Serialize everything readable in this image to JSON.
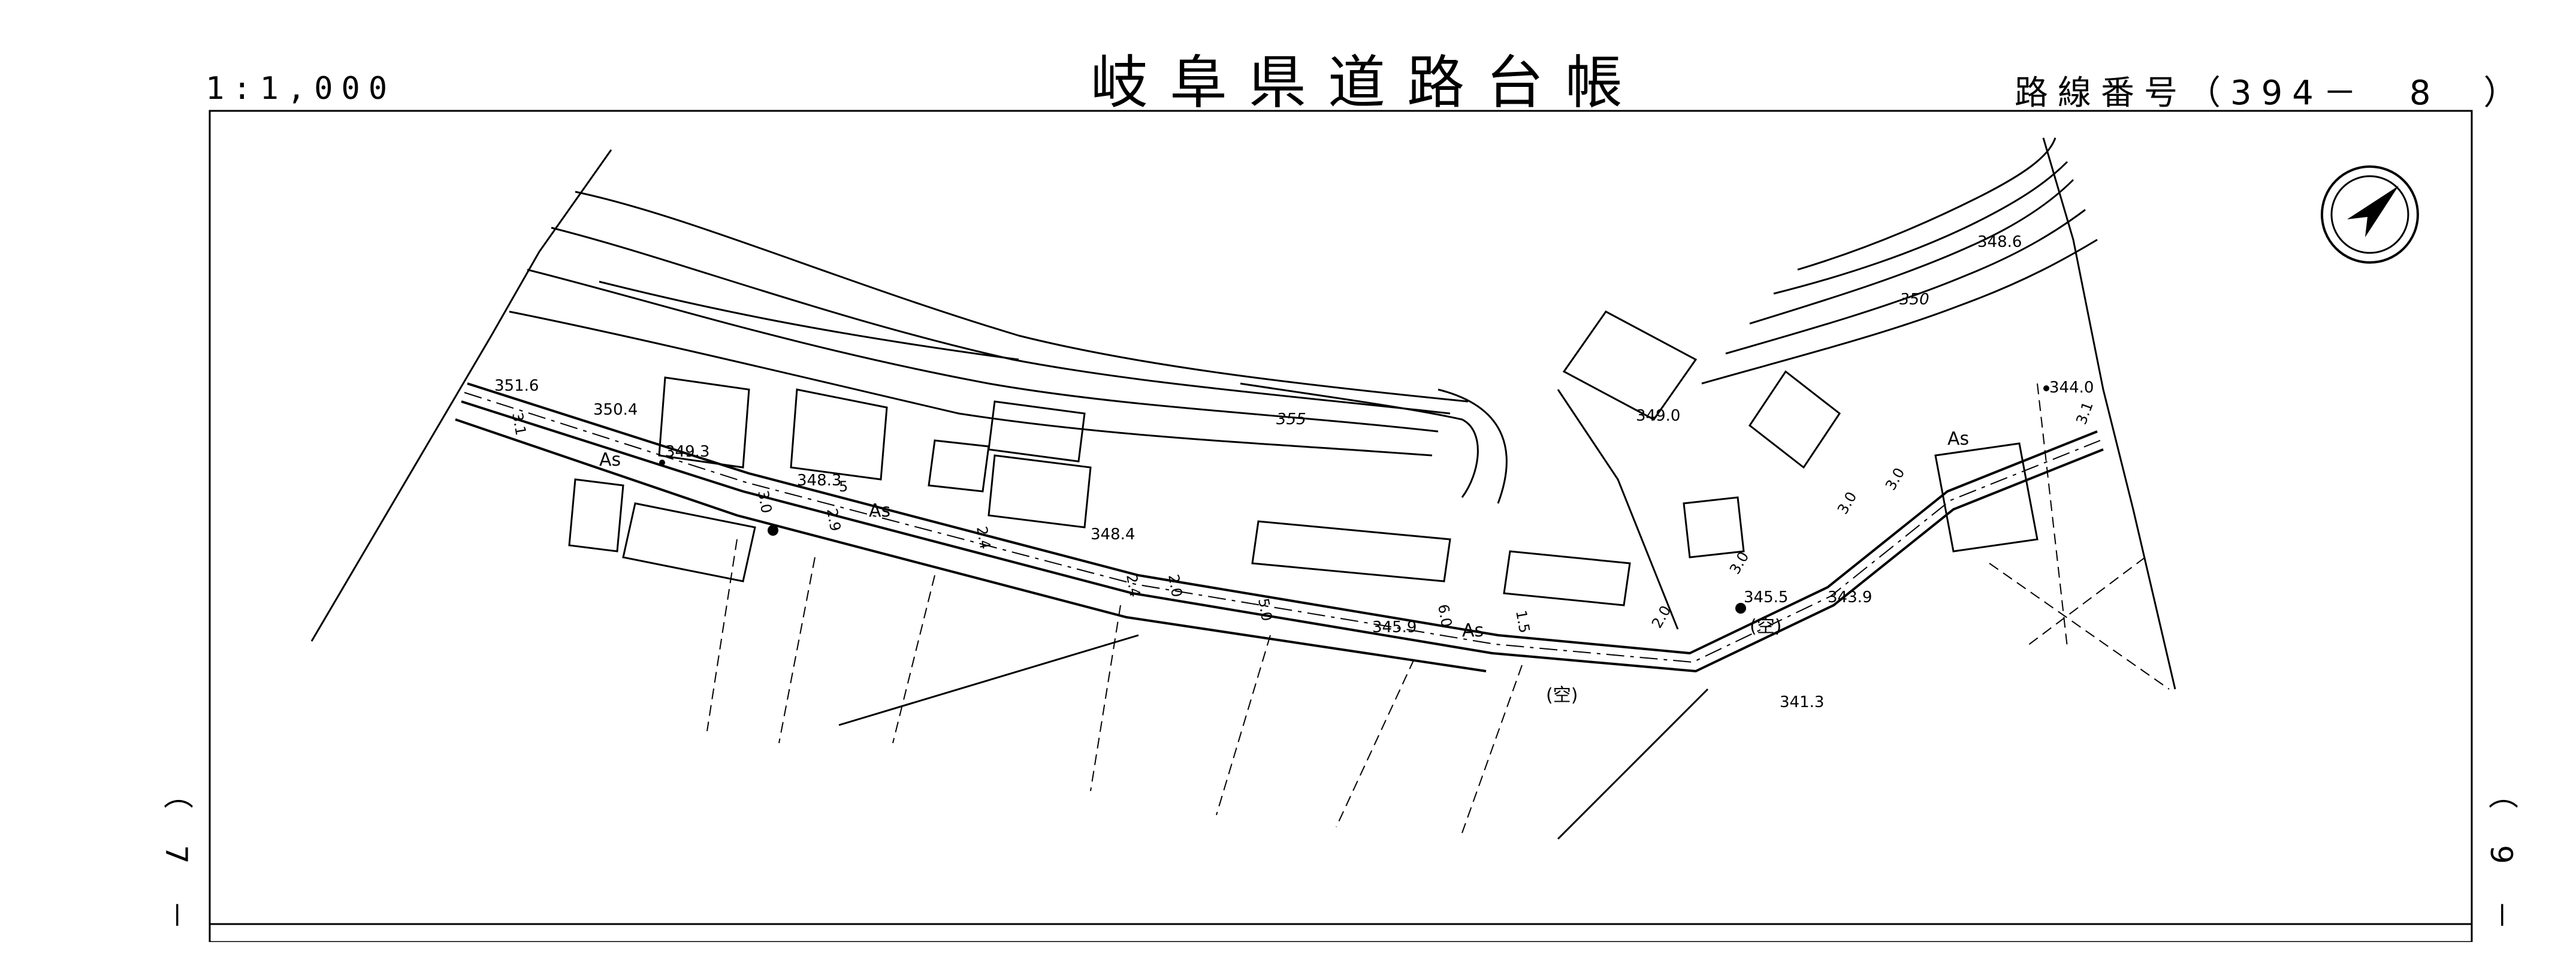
{
  "header": {
    "scale": "1:1,000",
    "title": "岐阜県道路台帳",
    "route_number": "路線番号（394－　8　）"
  },
  "side_labels": {
    "left": "（7－",
    "right": "（9－"
  },
  "map": {
    "elevations": [
      "351.6",
      "350.4",
      "349.3",
      "348.3",
      "348.4",
      "345.9",
      "349.0",
      "348.6",
      "344.0",
      "345.5",
      "343.9",
      "341.3"
    ],
    "contour_labels": [
      "355",
      "350"
    ],
    "road_surface_labels": [
      "As",
      "As",
      "As",
      "As"
    ],
    "widths": [
      "3.1",
      "3.0",
      "2.9",
      "2.4",
      "2.4",
      "2.0",
      "5.0",
      "6.0",
      "3.0",
      "2.0",
      "3.0",
      "1.5",
      "5",
      "3.1",
      "3.0"
    ],
    "land_labels": [
      "(空)",
      "(空)"
    ],
    "north_arrow": "north-arrow-icon"
  }
}
